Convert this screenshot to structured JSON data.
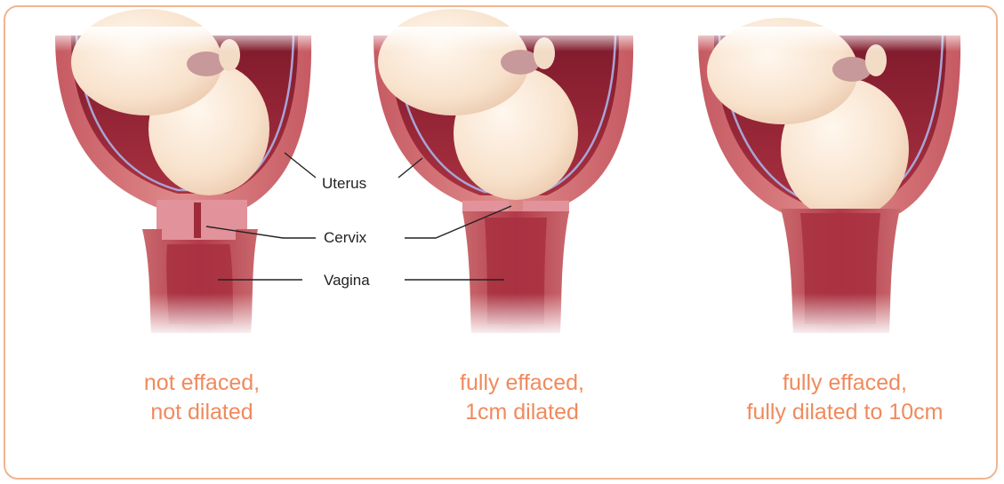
{
  "labels": {
    "uterus": "Uterus",
    "cervix": "Cervix",
    "vagina": "Vagina"
  },
  "stages": [
    {
      "line1": "not effaced,",
      "line2": "not dilated"
    },
    {
      "line1": "fully effaced,",
      "line2": "1cm dilated"
    },
    {
      "line1": "fully effaced,",
      "line2": "fully dilated to 10cm"
    }
  ],
  "colors": {
    "border": "#f0b58f",
    "caption": "#f08a5d",
    "uterus_wall": "#d46f73",
    "uterus_inner": "#9e2a3a",
    "baby_head": "#fbe9d7",
    "membrane": "#a8a4d6"
  }
}
